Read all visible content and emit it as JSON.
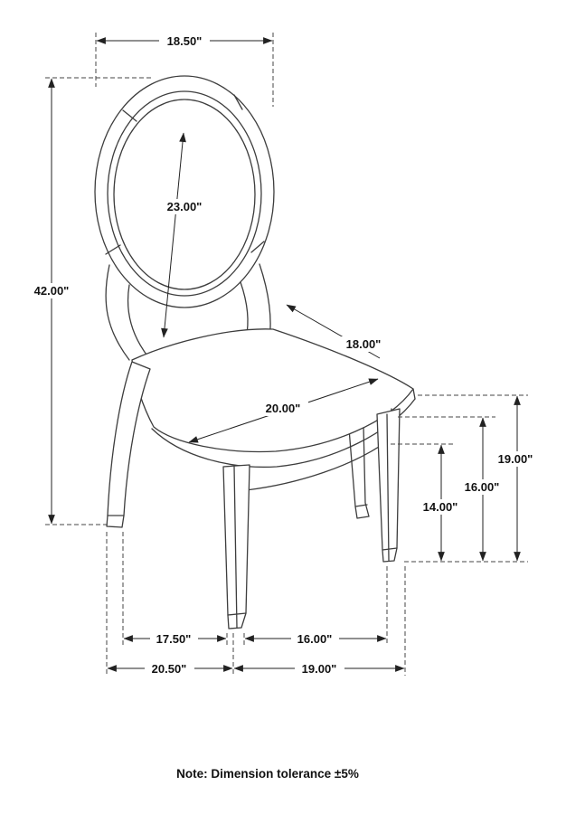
{
  "note": "Note: Dimension tolerance ±5%",
  "dimensions": {
    "back_width": "18.50\"",
    "back_inner_height": "23.00\"",
    "overall_height": "42.00\"",
    "seat_depth": "18.00\"",
    "seat_width": "20.00\"",
    "floor_to_seat_back": "19.00\"",
    "floor_to_seat_front": "16.00\"",
    "floor_to_apron": "14.00\"",
    "leg_span_inner": "17.50\"",
    "front_leg_span": "16.00\"",
    "base_depth": "20.50\"",
    "base_width": "19.00\""
  }
}
